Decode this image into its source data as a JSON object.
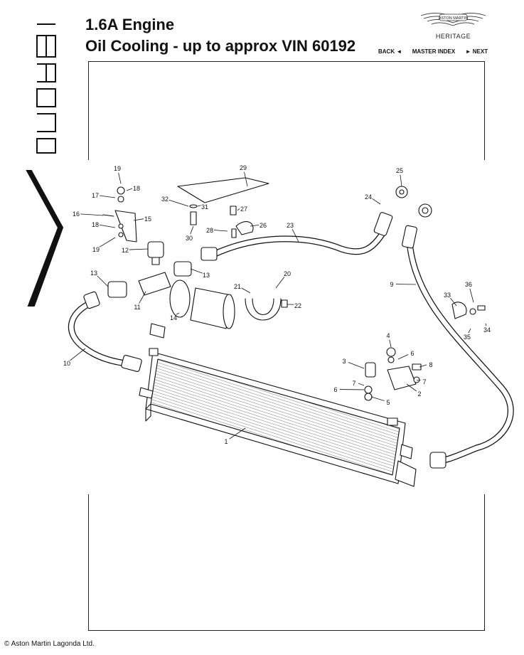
{
  "header": {
    "title_line1": "1.6A Engine",
    "title_line2": "Oil Cooling - up to approx VIN 60192",
    "brand_badge_text": "ASTON MARTIN",
    "brand_subtitle": "HERITAGE",
    "side_logo_text": "Virage"
  },
  "nav": {
    "back_label": "BACK ◄",
    "master_index_label": "MASTER INDEX",
    "next_label": "► NEXT"
  },
  "diagram": {
    "part_labels": [
      "1",
      "2",
      "3",
      "4",
      "5",
      "6",
      "6",
      "7",
      "7",
      "8",
      "9",
      "10",
      "11",
      "12",
      "13",
      "13",
      "14",
      "15",
      "16",
      "17",
      "18",
      "18",
      "19",
      "19",
      "20",
      "21",
      "22",
      "23",
      "24",
      "25",
      "26",
      "27",
      "28",
      "29",
      "30",
      "31",
      "32",
      "33",
      "34",
      "35",
      "36"
    ]
  },
  "footer": {
    "copyright": "© Aston Martin Lagonda Ltd."
  }
}
